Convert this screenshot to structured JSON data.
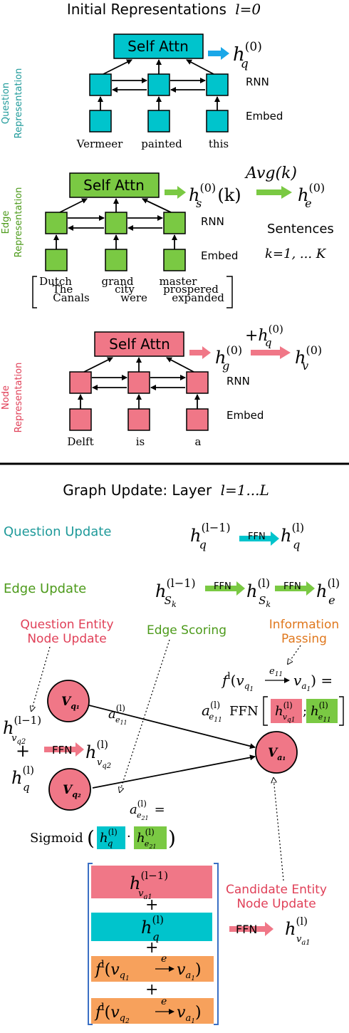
{
  "colors": {
    "teal": "#00C4CC",
    "green": "#7AC943",
    "pink": "#F07787",
    "orange": "#F7A15C",
    "blue_arrow": "#1AA7E8",
    "question_text": "#1F9A9A",
    "edge_text": "#4C9A1A",
    "node_text": "#E04058",
    "info_text": "#E0781E",
    "bracket_blue": "#3A6FC4"
  },
  "section1": {
    "title": "Initial Representations",
    "title_var": "l=0",
    "question": {
      "side_label_1": "Question",
      "side_label_2": "Representation",
      "self_attn": "Self Attn",
      "output": "h",
      "output_sup": "(0)",
      "output_sub": "q",
      "rnn": "RNN",
      "embed": "Embed",
      "words": [
        "Vermeer",
        "painted",
        "this"
      ]
    },
    "edge": {
      "side_label_1": "Edge",
      "side_label_2": "Representation",
      "self_attn": "Self Attn",
      "out1": "h",
      "out1_sup": "(0)",
      "out1_sub": "s",
      "out1_arg": "(k)",
      "avg": "Avg(k)",
      "out2": "h",
      "out2_sup": "(0)",
      "out2_sub": "e",
      "rnn": "RNN",
      "embed": "Embed",
      "sentences": "Sentences",
      "k_range": "k=1, ... K",
      "words_front": [
        "Dutch",
        "grand",
        "master"
      ],
      "words_back": [
        "The",
        "city",
        "prospered"
      ],
      "words_back2": [
        "Canals",
        "were",
        "expanded"
      ]
    },
    "node": {
      "side_label_1": "Node",
      "side_label_2": "Representation",
      "self_attn": "Self Attn",
      "out1": "h",
      "out1_sup": "(0)",
      "out1_sub": "g",
      "plus_q": "+h",
      "plus_q_sup": "(0)",
      "plus_q_sub": "q",
      "out2": "h",
      "out2_sup": "(0)",
      "out2_sub": "v",
      "rnn": "RNN",
      "embed": "Embed",
      "words": [
        "Delft",
        "is",
        "a"
      ]
    }
  },
  "section2": {
    "title": "Graph Update: Layer",
    "title_var": "l=1...L",
    "question_update": "Question Update",
    "edge_update": "Edge Update",
    "ffn": "FFN",
    "q_entity_label_1": "Question Entity",
    "q_entity_label_2": "Node Update",
    "edge_scoring": "Edge Scoring",
    "info_label_1": "Information",
    "info_label_2": "Passing",
    "node_vq1": "V",
    "node_vq1_sub": "q₁",
    "node_vq2": "V",
    "node_vq2_sub": "q₂",
    "node_va1": "V",
    "node_va1_sub": "a₁",
    "sigmoid": "Sigmoid",
    "candidate_label_1": "Candidate Entity",
    "candidate_label_2": "Node Update",
    "plus": "+"
  }
}
